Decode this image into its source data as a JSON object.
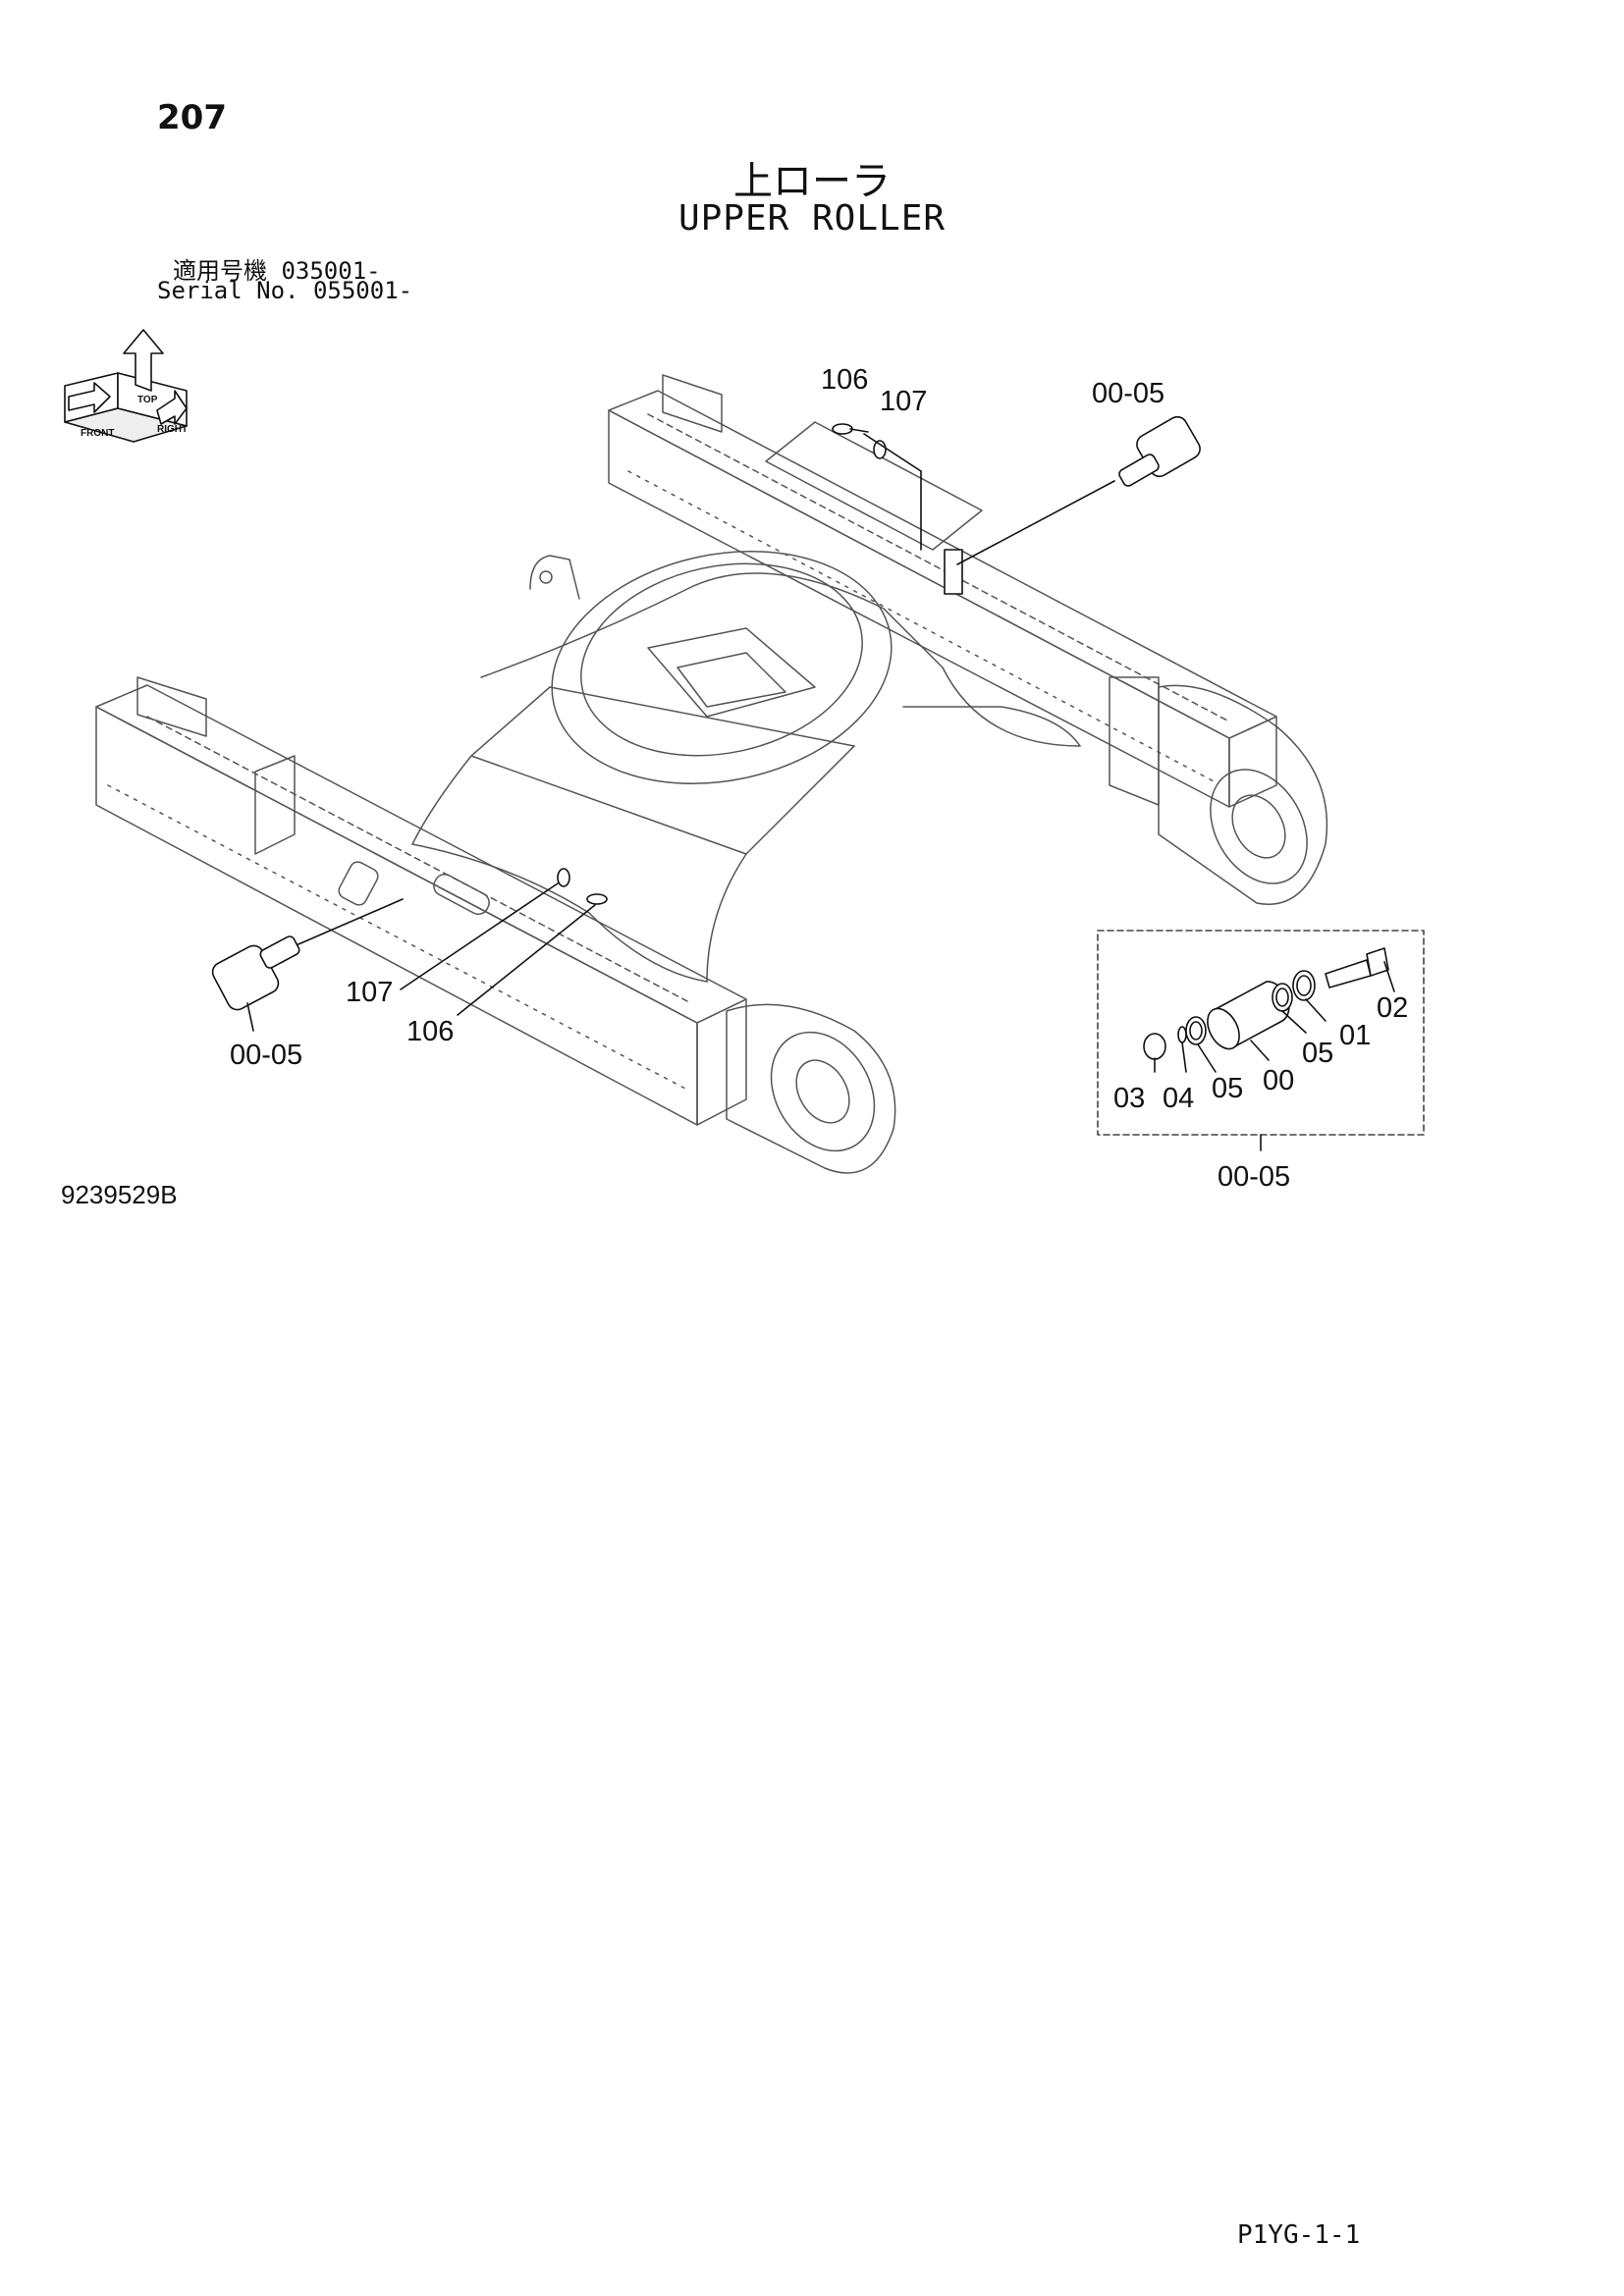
{
  "page_number": "207",
  "title_jp": "上ローラ",
  "title_en": "UPPER ROLLER",
  "serial": {
    "row1_label": "適用号機",
    "row1_value": "035001-",
    "row2_label": "Serial No.",
    "row2_value": "055001-"
  },
  "orientation_icon": {
    "front": "FRONT",
    "top": "TOP",
    "right": "RIGHT"
  },
  "callouts": {
    "bolt_top": "106",
    "washer_top": "107",
    "roller_top": "00-05",
    "washer_left": "107",
    "bolt_left": "106",
    "roller_left": "00-05"
  },
  "detail": {
    "assembly": "00-05",
    "parts": [
      "03",
      "04",
      "05",
      "00",
      "05",
      "01",
      "02"
    ]
  },
  "drawing_number": "9239529B",
  "page_code": "P1YG-1-1"
}
